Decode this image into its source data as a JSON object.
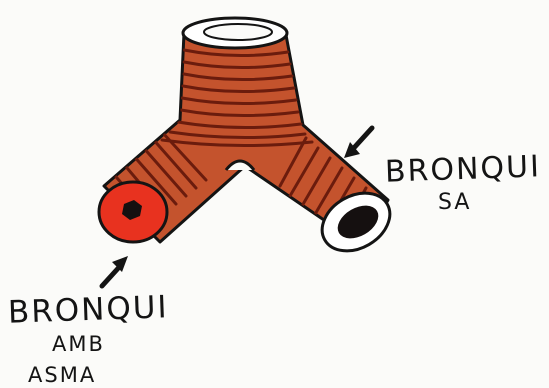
{
  "labels": {
    "healthy_line1": "BRONQUI",
    "healthy_line2": "SA",
    "asthma_line1": "BRONQUI",
    "asthma_line2": "AMB",
    "asthma_line3": "ASMA"
  },
  "colors": {
    "bronchus_fill": "#c4532d",
    "bronchus_stripe": "#6b1c0d",
    "inflamed_end": "#e8321f",
    "lumen": "#151010",
    "outline": "#141414",
    "background": "#fbfbf9"
  },
  "icons": [
    "arrow-pointer-icon",
    "arrow-pointer-icon"
  ]
}
